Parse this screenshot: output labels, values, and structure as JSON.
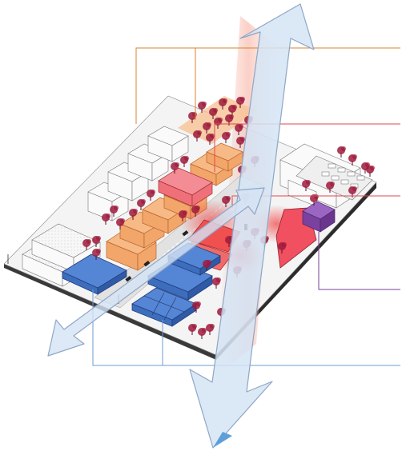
{
  "colors": {
    "background": "#ffffff",
    "slab_top": "#f2f2f2",
    "slab_side": "#3a3a3a",
    "street": "#dcdcdc",
    "orange_block": "#f3a66a",
    "orange_stroke": "#b5652a",
    "pink_block": "#f0707a",
    "pink_stroke": "#9c2c36",
    "red_zone": "#f0434a",
    "purple_block": "#8a52b0",
    "blue_block": "#4f7fcf",
    "blue_stroke": "#233f7e",
    "white_building": "#fafafa",
    "line_stroke": "#777777",
    "tree": "#9e1a3c",
    "arrow_fill": "#d5e4f5",
    "arrow_stroke": "#8fa6c6",
    "arrow_tip_accent": "#5f9fd8",
    "leader_orange": "#d98330",
    "leader_red": "#e0494a",
    "leader_purple": "#7a3f9a",
    "leader_blue": "#6d9bd6",
    "corridor_glow": "#f6b9a8"
  },
  "icons": {
    "tree": "tree-icon",
    "car": "car-icon",
    "lamp": "street-lamp-icon",
    "arrow": "double-headed-arrow"
  },
  "legend_leaders": [
    {
      "id": "leader-orange-top",
      "color_key": "leader_orange"
    },
    {
      "id": "leader-red-upper",
      "color_key": "leader_red"
    },
    {
      "id": "leader-red-lower",
      "color_key": "leader_red"
    },
    {
      "id": "leader-purple",
      "color_key": "leader_purple"
    },
    {
      "id": "leader-blue",
      "color_key": "leader_blue"
    }
  ]
}
